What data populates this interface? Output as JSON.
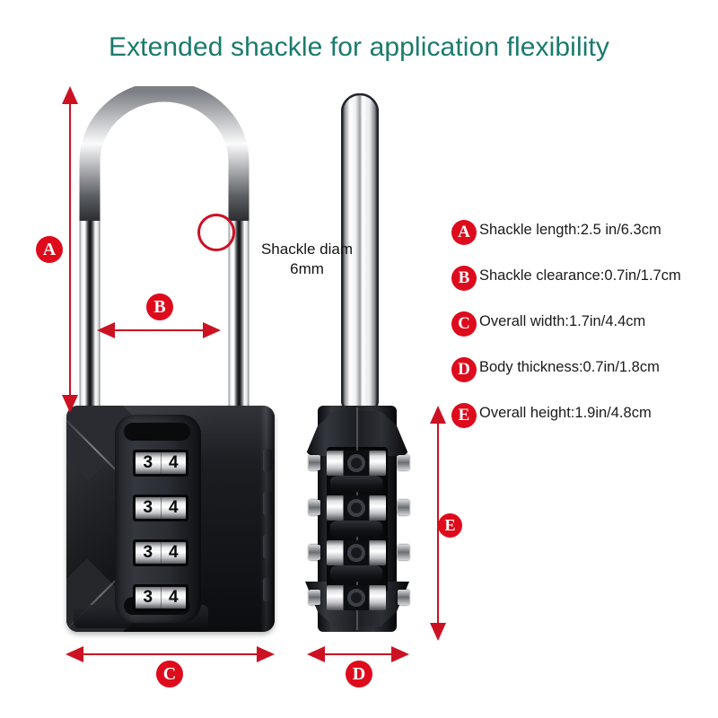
{
  "title": "Extended shackle for application flexibility",
  "colors": {
    "title": "#1a7a6e",
    "marker_red": "#de0b1c",
    "dimension_red": "#cc1122",
    "body_black": "#15161a",
    "background": "#ffffff"
  },
  "callout": {
    "line1": "Shackle diam",
    "line2": "6mm"
  },
  "legend": {
    "items": [
      {
        "marker": "A",
        "text": "Shackle length:2.5 in/6.3cm"
      },
      {
        "marker": "B",
        "text": "Shackle clearance:0.7in/1.7cm"
      },
      {
        "marker": "C",
        "text": "Overall width:1.7in/4.4cm"
      },
      {
        "marker": "D",
        "text": "Body thickness:0.7in/1.8cm"
      },
      {
        "marker": "E",
        "text": "Overall height:1.9in/4.8cm"
      }
    ]
  },
  "dimension_markers": {
    "a": "A",
    "b": "B",
    "c": "C",
    "d": "D",
    "e": "E"
  },
  "front_view": {
    "dials": [
      {
        "left_digit": "3",
        "right_digit": "4"
      },
      {
        "left_digit": "3",
        "right_digit": "4"
      },
      {
        "left_digit": "3",
        "right_digit": "4"
      },
      {
        "left_digit": "3",
        "right_digit": "4"
      }
    ]
  },
  "side_view": {
    "dial_count": 4
  }
}
